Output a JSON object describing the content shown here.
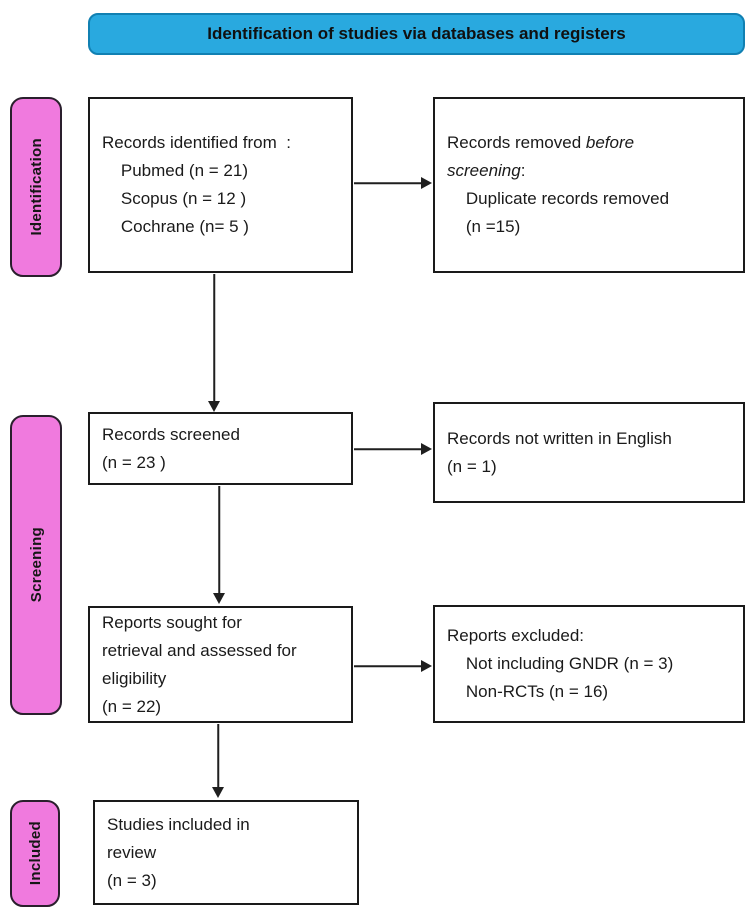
{
  "banner": {
    "label": "Identification of studies via databases and registers"
  },
  "colors": {
    "banner_blue": "#29a9df",
    "banner_border": "#1180b2",
    "label_pink": "#f07ade",
    "label_border": "#2a1f2d",
    "box_border": "#1a1a1a",
    "arrow": "#1f1f1f"
  },
  "stage_labels": [
    {
      "id": "identification",
      "label": "Identification"
    },
    {
      "id": "screening",
      "label": "Screening"
    },
    {
      "id": "included",
      "label": "Included"
    }
  ],
  "boxes": [
    {
      "id": "records-identified",
      "lines": [
        "Records identified from  :",
        "    Pubmed (n = 21)",
        "    Scopus (n = 12 )",
        "    Cochrane (n= 5 )"
      ]
    },
    {
      "id": "records-removed",
      "lines": [
        "Records removed *before*",
        "*screening*:",
        "    Duplicate records removed",
        "    (n =15)"
      ]
    },
    {
      "id": "records-screened",
      "lines": [
        "Records screened",
        "(n = 23 )"
      ]
    },
    {
      "id": "records-not-english",
      "lines": [
        "Records not written in English",
        "(n = 1)"
      ]
    },
    {
      "id": "reports-sought",
      "lines": [
        "Reports sought for",
        "retrieval and assessed for",
        "eligibility",
        "(n = 22)"
      ]
    },
    {
      "id": "reports-excluded",
      "lines": [
        "Reports excluded:",
        "    Not including GNDR (n = 3)",
        "    Non-RCTs (n = 16)"
      ]
    },
    {
      "id": "studies-included",
      "lines": [
        "Studies included in",
        "review",
        "(n = 3)"
      ]
    }
  ]
}
